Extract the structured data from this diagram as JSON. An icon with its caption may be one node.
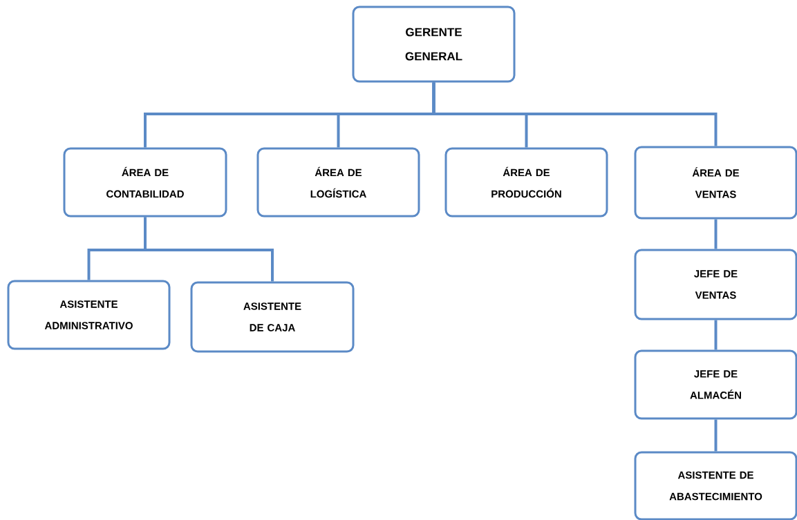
{
  "diagram": {
    "nodes": [
      {
        "text": [
          "GERENTE GENERAL"
        ]
      },
      {
        "text": [
          "ÁREA DE CONTABILIDAD"
        ]
      },
      {
        "text": [
          "ÁREA DE LOGÍSTICA"
        ]
      },
      {
        "text": [
          "ÁREA DE PRODUCCIÓN"
        ]
      },
      {
        "text": [
          "ÁREA DE VENTAS"
        ]
      },
      {
        "text": [
          "ASISTENTE ADMINISTRATIVO"
        ]
      },
      {
        "text": [
          "ASISTENTE DE CAJA"
        ]
      },
      {
        "text": [
          "JEFE DE VENTAS"
        ]
      },
      {
        "text": [
          "JEFE DE ALMACÉN"
        ]
      },
      {
        "text": [
          "ASISTENTE DE ABASTECIMIENTO"
        ]
      }
    ],
    "edges": [
      {
        "from": 0,
        "to": 1,
        "arrow": "none"
      },
      {
        "from": 0,
        "to": 2,
        "arrow": "none"
      },
      {
        "from": 0,
        "to": 3,
        "arrow": "none"
      },
      {
        "from": 0,
        "to": 4,
        "arrow": "none"
      },
      {
        "from": 1,
        "to": 5,
        "arrow": "none"
      },
      {
        "from": 1,
        "to": 6,
        "arrow": "none"
      },
      {
        "from": 4,
        "to": 7,
        "arrow": "none"
      },
      {
        "from": 7,
        "to": 8,
        "arrow": "none"
      },
      {
        "from": 8,
        "to": 9,
        "arrow": "none"
      }
    ]
  }
}
